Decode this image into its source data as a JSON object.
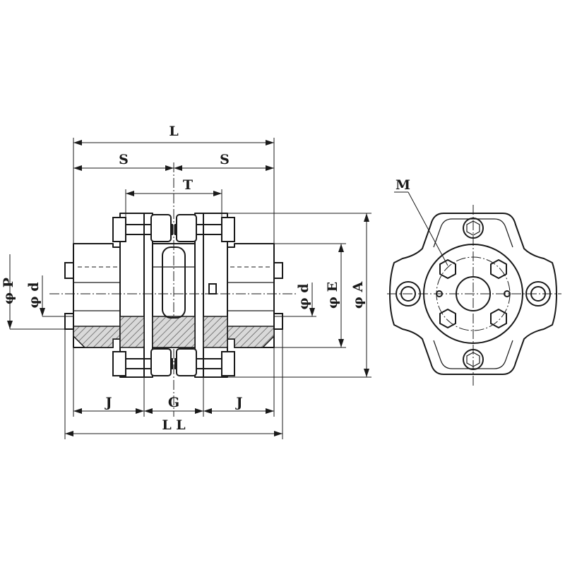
{
  "labels": {
    "L": "L",
    "S_left": "S",
    "S_right": "S",
    "T": "T",
    "J_left": "J",
    "G": "G",
    "J_right": "J",
    "LL": "L L",
    "phiP": "φ P",
    "phid_left": "φ d",
    "phid_right": "φ d",
    "phiE": "φ E",
    "phiA": "φ A",
    "M": "M"
  },
  "colors": {
    "line": "#1a1a1a",
    "hatch_fill": "#cfcfcf",
    "background": "#ffffff"
  }
}
